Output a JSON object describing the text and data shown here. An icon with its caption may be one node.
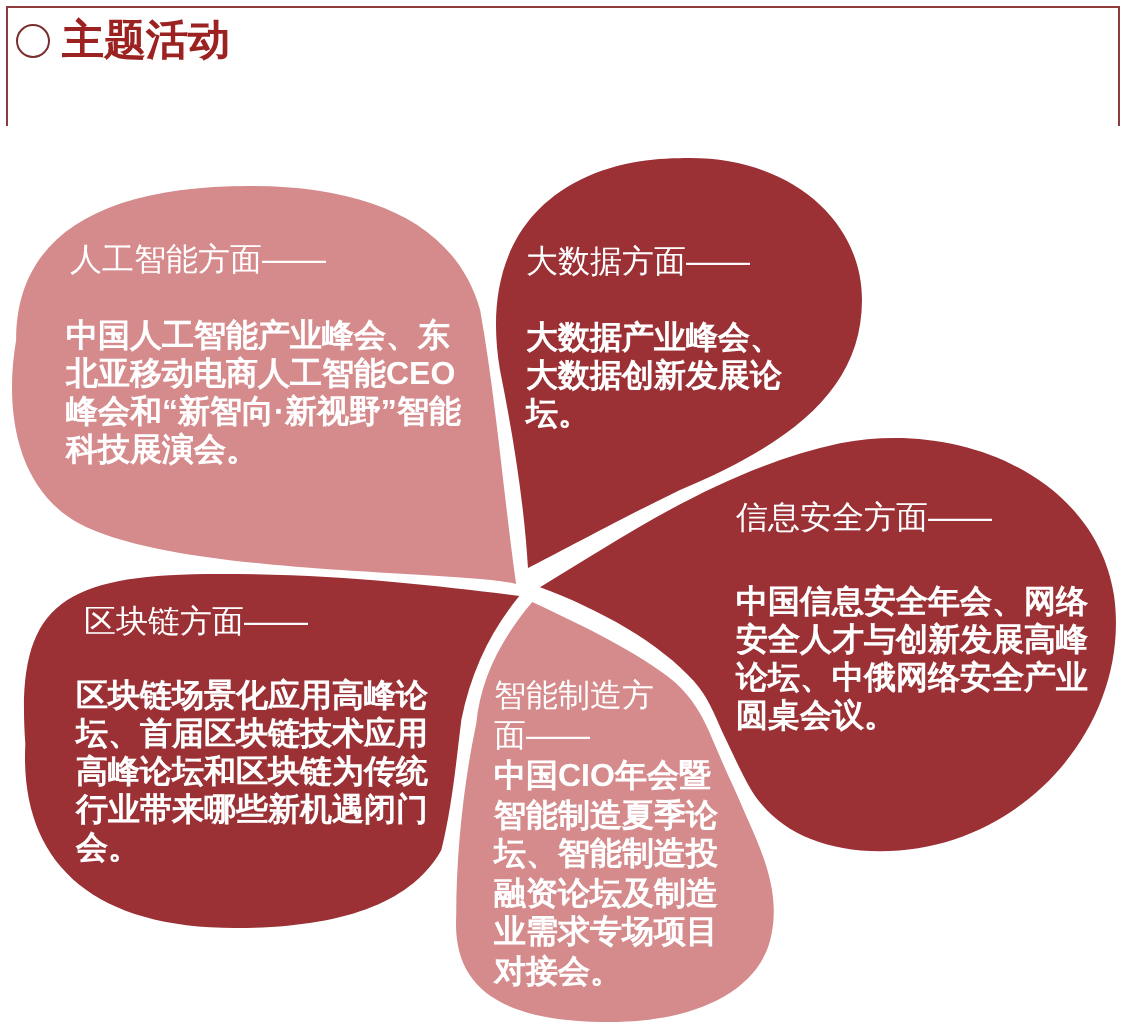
{
  "diagram": {
    "title": "主题活动",
    "nodes": [
      {
        "text": [
          "人工智能方面——",
          "中国人工智能产业峰会、东北亚移动电商人工智能CEO峰会和“新智向·新视野”智能科技展演会。"
        ]
      },
      {
        "text": [
          "大数据方面——",
          "大数据产业峰会、大数据创新发展论坛。"
        ]
      },
      {
        "text": [
          "信息安全方面——",
          "中国信息安全年会、网络安全人才与创新发展高峰论坛、中俄网络安全产业圆桌会议。"
        ]
      },
      {
        "text": [
          "区块链方面——",
          "区块链场景化应用高峰论坛、首届区块链技术应用高峰论坛和区块链为传统行业带来哪些新机遇闭门会。"
        ]
      },
      {
        "text": [
          "智能制造方面——",
          "中国CIO年会暨智能制造夏季论坛、智能制造投融资论坛及制造业需求专场项目对接会。"
        ]
      }
    ]
  }
}
